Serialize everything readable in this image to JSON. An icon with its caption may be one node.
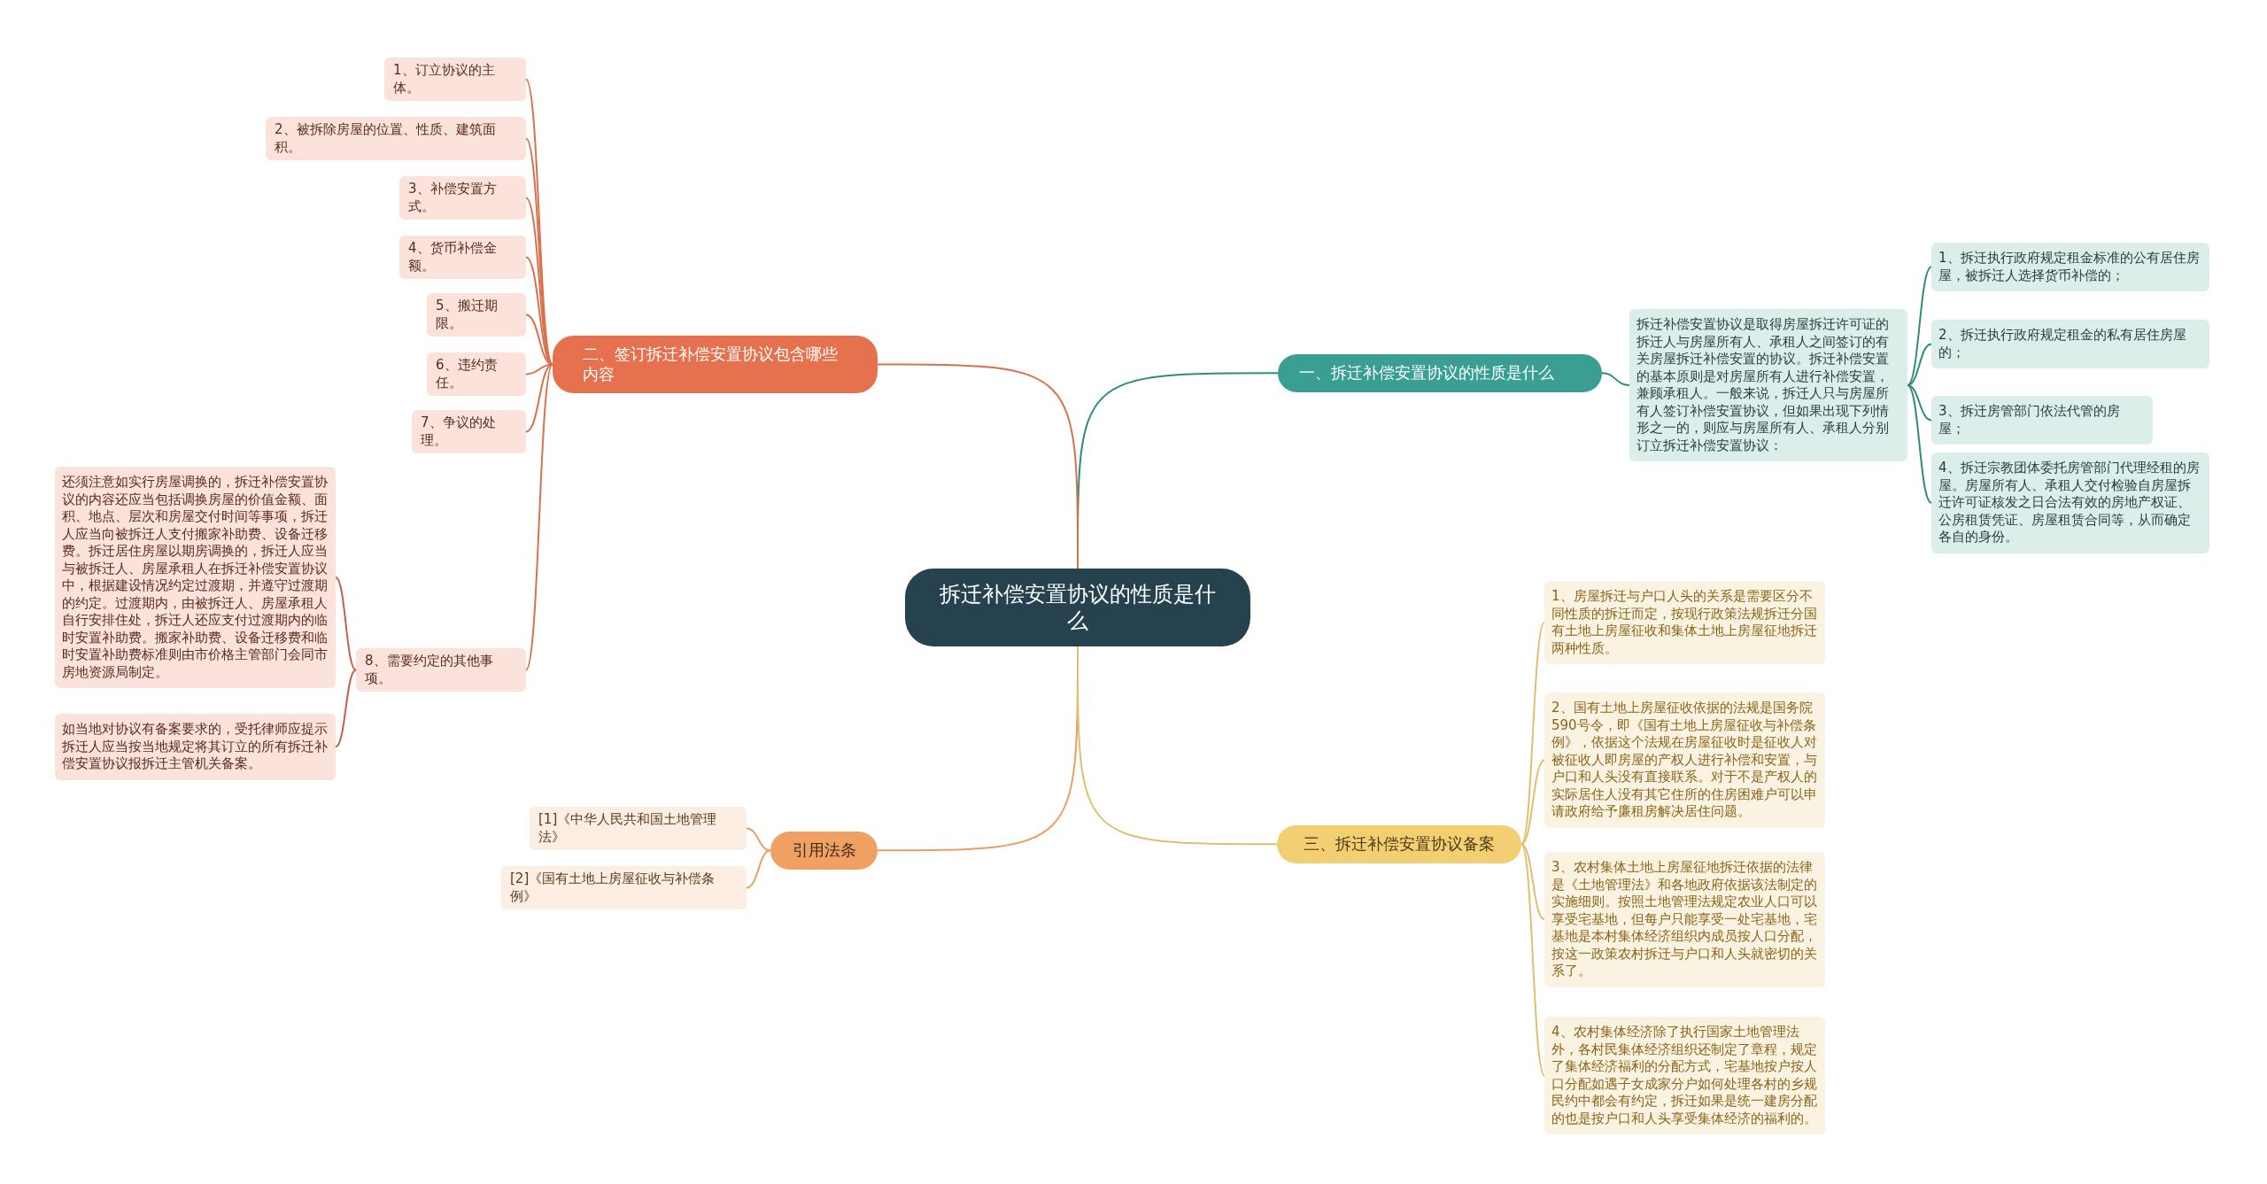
{
  "diagram": {
    "nodes": [
      {
        "text": [
          "拆迁补偿安置协议的性质是什么"
        ]
      },
      {
        "text": [
          "一、拆迁补偿安置协议的性质是什么"
        ]
      },
      {
        "text": [
          "拆迁补偿安置协议是取得房屋拆迁许可证的拆迁人与房屋所有人、承租人之间签订的有关房屋拆迁补偿安置的协议。拆迁补偿安置的基本原则是对房屋所有人进行补偿安置，兼顾承租人。一般来说，拆迁人只与房屋所有人签订补偿安置协议，但如果出现下列情形之一的，则应与房屋所有人、承租人分别订立拆迁补偿安置协议："
        ]
      },
      {
        "text": [
          "1、拆迁执行政府规定租金标准的公有居住房屋，被拆迁人选择货币补偿的；"
        ]
      },
      {
        "text": [
          "2、拆迁执行政府规定租金的私有居住房屋的；"
        ]
      },
      {
        "text": [
          "3、拆迁房管部门依法代管的房屋；"
        ]
      },
      {
        "text": [
          "4、拆迁宗教团体委托房管部门代理经租的房屋。房屋所有人、承租人交付检验自房屋拆迁许可证核发之日合法有效的房地产权证、公房租赁凭证、房屋租赁合同等，从而确定各自的身份。"
        ]
      },
      {
        "text": [
          "二、签订拆迁补偿安置协议包含哪些内容"
        ]
      },
      {
        "text": [
          "1、订立协议的主体。"
        ]
      },
      {
        "text": [
          "2、被拆除房屋的位置、性质、建筑面积。"
        ]
      },
      {
        "text": [
          "3、补偿安置方式。"
        ]
      },
      {
        "text": [
          "4、货币补偿金额。"
        ]
      },
      {
        "text": [
          "5、搬迁期限。"
        ]
      },
      {
        "text": [
          "6、违约责任。"
        ]
      },
      {
        "text": [
          "7、争议的处理。"
        ]
      },
      {
        "text": [
          "8、需要约定的其他事项。"
        ]
      },
      {
        "text": [
          "还须注意如实行房屋调换的，拆迁补偿安置协议的内容还应当包括调换房屋的价值金额、面积、地点、层次和房屋交付时间等事项，拆迁人应当向被拆迁人支付搬家补助费、设备迁移费。拆迁居住房屋以期房调换的，拆迁人应当与被拆迁人、房屋承租人在拆迁补偿安置协议中，根据建设情况约定过渡期，并遵守过渡期的约定。过渡期内，由被拆迁人、房屋承租人自行安排住处，拆迁人还应支付过渡期内的临时安置补助费。搬家补助费、设备迁移费和临时安置补助费标准则由市价格主管部门会同市房地资源局制定。"
        ]
      },
      {
        "text": [
          "如当地对协议有备案要求的，受托律师应提示拆迁人应当按当地规定将其订立的所有拆迁补偿安置协议报拆迁主管机关备案。"
        ]
      },
      {
        "text": [
          "引用法条"
        ]
      },
      {
        "text": [
          "[1]《中华人民共和国土地管理法》"
        ]
      },
      {
        "text": [
          "[2]《国有土地上房屋征收与补偿条例》"
        ]
      },
      {
        "text": [
          "三、拆迁补偿安置协议备案"
        ]
      },
      {
        "text": [
          "1、房屋拆迁与户口人头的关系是需要区分不同性质的拆迁而定，按现行政策法规拆迁分国有土地上房屋征收和集体土地上房屋征地拆迁两种性质。"
        ]
      },
      {
        "text": [
          "2、国有土地上房屋征收依据的法规是国务院590号令，即《国有土地上房屋征收与补偿条例》，依据这个法规在房屋征收时是征收人对被征收人即房屋的产权人进行补偿和安置，与户口和人头没有直接联系。对于不是产权人的实际居住人没有其它住所的住房困难户可以申请政府给予廉租房解决居住问题。"
        ]
      },
      {
        "text": [
          "3、农村集体土地上房屋征地拆迁依据的法律是《土地管理法》和各地政府依据该法制定的实施细则。按照土地管理法规定农业人口可以享受宅基地，但每户只能享受一处宅基地，宅基地是本村集体经济组织内成员按人口分配，按这一政策农村拆迁与户口和人头就密切的关系了。"
        ]
      },
      {
        "text": [
          "4、农村集体经济除了执行国家土地管理法外，各村民集体经济组织还制定了章程，规定了集体经济福利的分配方式，宅基地按户按人口分配如遇子女成家分户如何处理各村的乡规民约中都会有约定，拆迁如果是统一建房分配的也是按户口和人头享受集体经济的福利的。"
        ]
      }
    ],
    "edges": [
      {
        "from": 0,
        "to": 1,
        "arrow": "none",
        "color": "#2e8b7e"
      },
      {
        "from": 1,
        "to": 2,
        "arrow": "none",
        "color": "#2e8b7e"
      },
      {
        "from": 2,
        "to": 3,
        "arrow": "none",
        "color": "#2e8b7e"
      },
      {
        "from": 2,
        "to": 4,
        "arrow": "none",
        "color": "#2e8b7e"
      },
      {
        "from": 2,
        "to": 5,
        "arrow": "none",
        "color": "#2e8b7e"
      },
      {
        "from": 2,
        "to": 6,
        "arrow": "none",
        "color": "#2e8b7e"
      },
      {
        "from": 0,
        "to": 7,
        "arrow": "none",
        "color": "#d9714e"
      },
      {
        "from": 7,
        "to": 8,
        "arrow": "none",
        "color": "#d9714e"
      },
      {
        "from": 7,
        "to": 9,
        "arrow": "none",
        "color": "#d9714e"
      },
      {
        "from": 7,
        "to": 10,
        "arrow": "none",
        "color": "#d9714e"
      },
      {
        "from": 7,
        "to": 11,
        "arrow": "none",
        "color": "#d9714e"
      },
      {
        "from": 7,
        "to": 12,
        "arrow": "none",
        "color": "#d9714e"
      },
      {
        "from": 7,
        "to": 13,
        "arrow": "none",
        "color": "#d9714e"
      },
      {
        "from": 7,
        "to": 14,
        "arrow": "none",
        "color": "#d9714e"
      },
      {
        "from": 7,
        "to": 15,
        "arrow": "none",
        "color": "#d9714e"
      },
      {
        "from": 15,
        "to": 16,
        "arrow": "none",
        "color": "#c0604a"
      },
      {
        "from": 15,
        "to": 17,
        "arrow": "none",
        "color": "#c0604a"
      },
      {
        "from": 0,
        "to": 18,
        "arrow": "none",
        "color": "#e8a061"
      },
      {
        "from": 18,
        "to": 19,
        "arrow": "none",
        "color": "#e8a061"
      },
      {
        "from": 18,
        "to": 20,
        "arrow": "none",
        "color": "#e8a061"
      },
      {
        "from": 0,
        "to": 21,
        "arrow": "none",
        "color": "#e0c070"
      },
      {
        "from": 21,
        "to": 22,
        "arrow": "none",
        "color": "#e0c070"
      },
      {
        "from": 21,
        "to": 23,
        "arrow": "none",
        "color": "#e0c070"
      },
      {
        "from": 21,
        "to": 24,
        "arrow": "none",
        "color": "#e0c070"
      },
      {
        "from": 21,
        "to": 25,
        "arrow": "none",
        "color": "#e0c070"
      }
    ]
  }
}
